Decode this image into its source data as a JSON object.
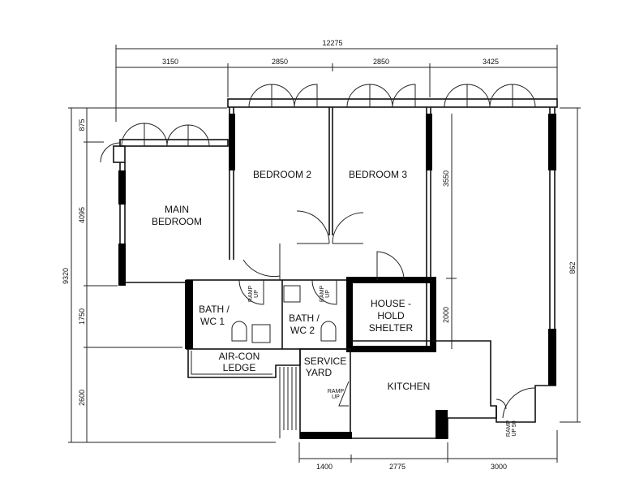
{
  "plan": {
    "rooms": {
      "main_bedroom_1": "MAIN",
      "main_bedroom_2": "BEDROOM",
      "bedroom2": "BEDROOM  2",
      "bedroom3": "BEDROOM  3",
      "bath1_1": "BATH /",
      "bath1_2": "WC 1",
      "bath2_1": "BATH /",
      "bath2_2": "WC 2",
      "shelter_1": "HOUSE -",
      "shelter_2": "HOLD",
      "shelter_3": "SHELTER",
      "aircon_1": "AIR-CON",
      "aircon_2": "LEDGE",
      "service_1": "SERVICE",
      "service_2": "YARD",
      "kitchen": "KITCHEN"
    },
    "ramps": {
      "ramp": "RAMP",
      "up": "UP",
      "up50": "UP 50"
    },
    "dimensions": {
      "overall_width": "12275",
      "top": [
        "3150",
        "2850",
        "2850",
        "3425"
      ],
      "left_total": "9320",
      "left": [
        "875",
        "4095",
        "1750",
        "2600"
      ],
      "right_top": "3550",
      "right_mid": "2000",
      "right_total": "862",
      "bottom": [
        "1400",
        "2775",
        "3000"
      ]
    }
  }
}
